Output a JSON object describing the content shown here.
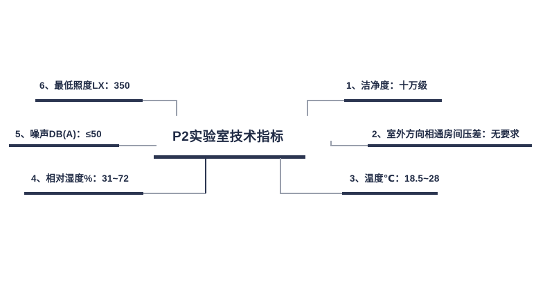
{
  "diagram": {
    "type": "fishbone-horizontal-bracket",
    "center_title": "P2实验室技术指标",
    "accent_dark": "#2b3550",
    "accent_light": "#9aa0ad",
    "background": "#ffffff",
    "branches": [
      {
        "id": "b1",
        "index": "1",
        "label": "1、洁净度：十万级",
        "side": "right",
        "row": "top"
      },
      {
        "id": "b2",
        "index": "2",
        "label": "2、室外方向相通房间压差：无要求",
        "side": "right",
        "row": "middle"
      },
      {
        "id": "b3",
        "index": "3",
        "label": "3、温度℃：18.5~28",
        "side": "right",
        "row": "bottom"
      },
      {
        "id": "b4",
        "index": "4",
        "label": "4、相对湿度%：31~72",
        "side": "left",
        "row": "bottom"
      },
      {
        "id": "b5",
        "index": "5",
        "label": "5、噪声DB(A)：≤50",
        "side": "left",
        "row": "middle"
      },
      {
        "id": "b6",
        "index": "6",
        "label": "6、最低照度LX：350",
        "side": "left",
        "row": "top"
      }
    ]
  }
}
